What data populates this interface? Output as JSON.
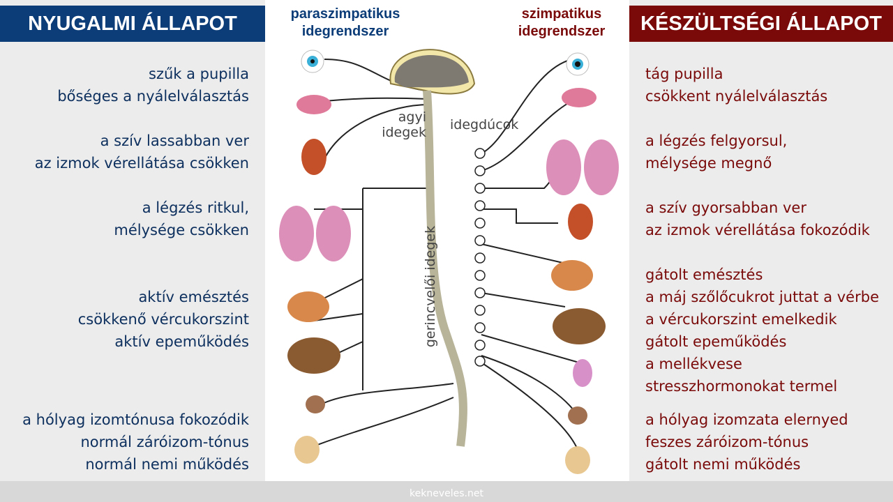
{
  "left": {
    "header": "NYUGALMI ÁLLAPOT",
    "system": [
      "paraszimpatikus",
      "idegrendszer"
    ],
    "groups": [
      [
        "szűk a pupilla",
        "bőséges a nyálelválasztás"
      ],
      [
        "a szív lassabban ver",
        "az izmok vérellátása csökken"
      ],
      [
        "a légzés ritkul,",
        "mélysége csökken"
      ],
      [
        "aktív emésztés",
        "csökkenő vércukorszint",
        "aktív epeműködés"
      ],
      [
        "a hólyag izomtónusa fokozódik",
        "normál záróizom-tónus",
        "normál nemi működés"
      ]
    ]
  },
  "right": {
    "header": "KÉSZÜLTSÉGI ÁLLAPOT",
    "system": [
      "szimpatikus",
      "idegrendszer"
    ],
    "groups": [
      [
        "tág pupilla",
        "csökkent nyálelválasztás"
      ],
      [
        "a légzés felgyorsul,",
        "mélysége megnő"
      ],
      [
        "a szív gyorsabban ver",
        "az izmok vérellátása fokozódik"
      ],
      [
        "gátolt emésztés",
        "a máj szőlőcukrot juttat a vérbe",
        "a vércukorszint emelkedik",
        "gátolt epeműködés",
        "a mellékvese",
        "stresszhormonokat termel"
      ],
      [
        "a hólyag izomzata elernyed",
        "feszes záróizom-tónus",
        "gátolt nemi működés"
      ]
    ]
  },
  "diagram": {
    "agyi": [
      "agyi",
      "idegek"
    ],
    "idegducok": "idegdúcok",
    "gerinc": "gerincvelői idegek"
  },
  "footer": "kekneveles.net",
  "colors": {
    "blue": "#0c3d78",
    "red": "#7a0a0a"
  }
}
